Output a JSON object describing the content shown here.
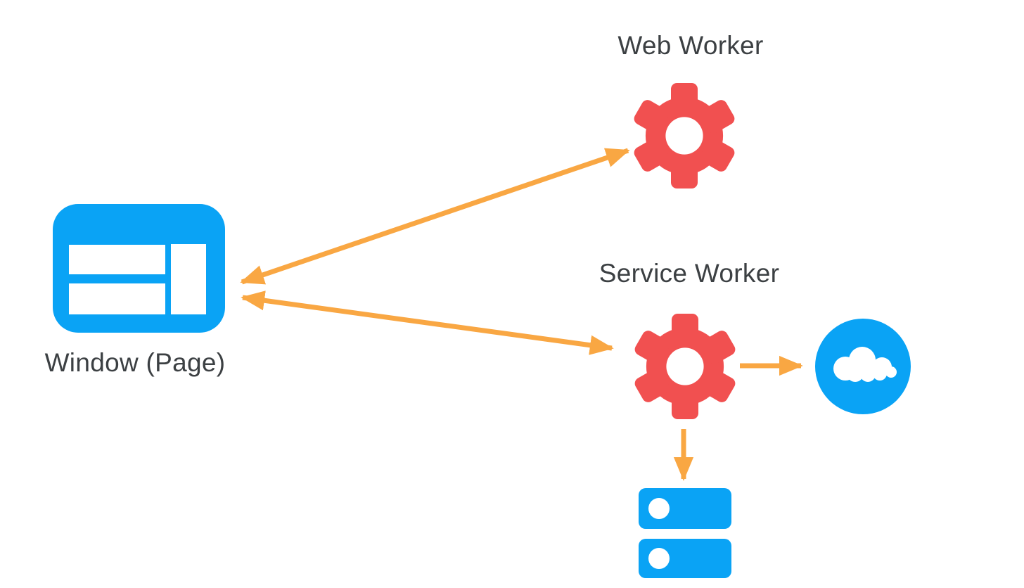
{
  "colors": {
    "blue": "#0aa3f5",
    "gear": "#f15050",
    "arrow": "#f9a743",
    "text": "#3c4043",
    "background": "#ffffff"
  },
  "nodes": {
    "web_worker": {
      "label": "Web Worker",
      "icon": "gear-icon",
      "color": "#f15050"
    },
    "service_worker": {
      "label": "Service Worker",
      "icon": "gear-icon",
      "color": "#f15050"
    },
    "window_page": {
      "label": "Window (Page)",
      "icon": "browser-window-icon",
      "color": "#0aa3f5"
    },
    "network_cloud": {
      "label": "",
      "icon": "cloud-icon",
      "color": "#0aa3f5"
    },
    "storage_database": {
      "label": "",
      "icon": "database-icon",
      "color": "#0aa3f5"
    }
  },
  "edges": [
    {
      "from": "window_page",
      "to": "web_worker",
      "bidirectional": true
    },
    {
      "from": "window_page",
      "to": "service_worker",
      "bidirectional": true
    },
    {
      "from": "service_worker",
      "to": "network_cloud",
      "bidirectional": false
    },
    {
      "from": "service_worker",
      "to": "storage_database",
      "bidirectional": false
    }
  ]
}
